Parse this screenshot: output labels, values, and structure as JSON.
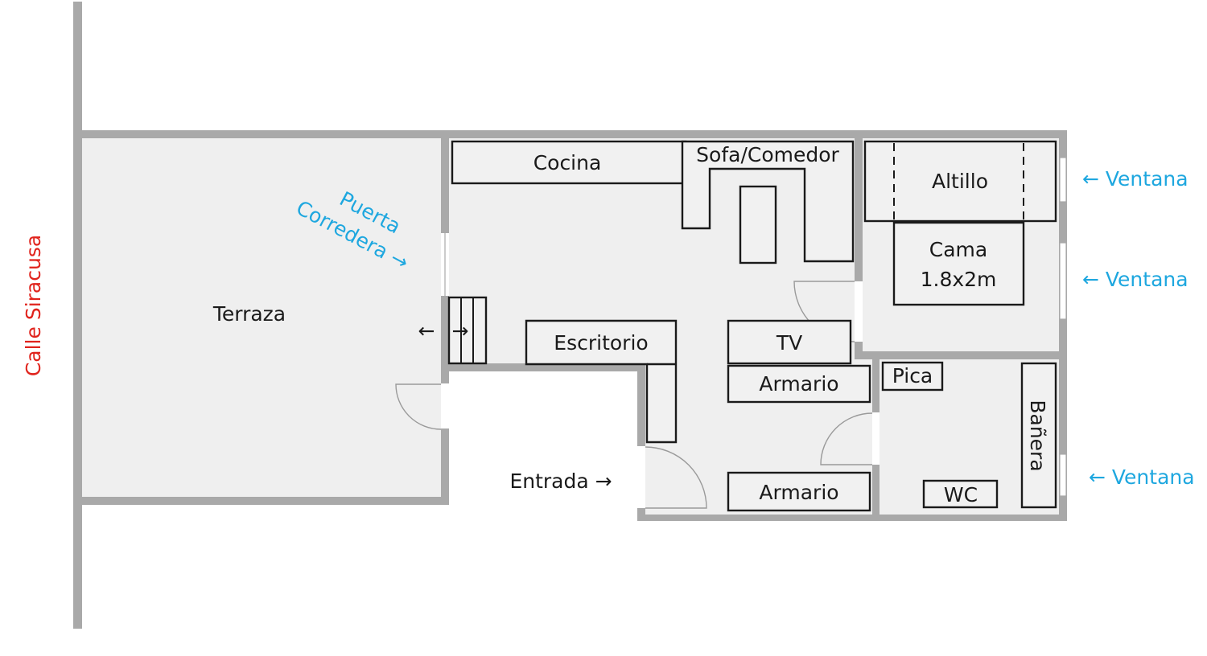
{
  "street": {
    "name": "Calle Siracusa",
    "color": "#e0231c"
  },
  "accent_color": "#1ea7df",
  "rooms": {
    "terraza": "Terraza",
    "entrada": "Entrada →"
  },
  "sliding_door": {
    "line1": "Puerta",
    "line2": "Corredera →"
  },
  "furniture": {
    "cocina": "Cocina",
    "sofa_comedor": "Sofa/Comedor",
    "altillo": "Altillo",
    "cama_line1": "Cama",
    "cama_line2": "1.8x2m",
    "escritorio": "Escritorio",
    "tv": "TV",
    "armario_1": "Armario",
    "armario_2": "Armario",
    "pica": "Pica",
    "banera": "Bañera",
    "wc": "WC"
  },
  "windows": [
    "← Ventana",
    "← Ventana",
    "← Ventana"
  ],
  "arrows": {
    "left": "←",
    "right": "→"
  }
}
